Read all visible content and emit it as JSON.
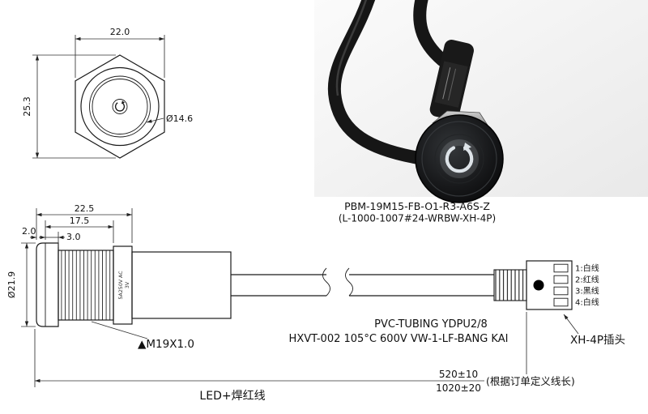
{
  "front_view": {
    "dim_width": "22.0",
    "dim_height": "25.3",
    "dim_button": "Ø14.6"
  },
  "photo": {
    "model_line1": "PBM-19M15-FB-O1-R3-A6S-Z",
    "model_line2": "(L-1000-1007#24-WRBW-XH-4P)"
  },
  "side_view": {
    "dim_total_front": "22.5",
    "dim_thread_len": "17.5",
    "dim_step": "3.0",
    "dim_lip": "2.0",
    "dim_cap_dia": "Ø21.9",
    "body_marking_line1": "5A250V AC",
    "body_marking_line2": "3V",
    "thread_label": "▲M19X1.0",
    "tube_spec": "PVC-TUBING YDPU2/8",
    "wire_spec": "HXVT-002 105°C 600V VW-1-LF-BANG KAI",
    "connector_label": "XH-4P插头",
    "pins": [
      "1:白线",
      "2:红线",
      "3:黑线",
      "4:白线"
    ],
    "length_option1": "520±10",
    "length_option2": "1020±20",
    "length_note": "(根据订单定义线长)",
    "led_note": "LED+焊红线"
  }
}
